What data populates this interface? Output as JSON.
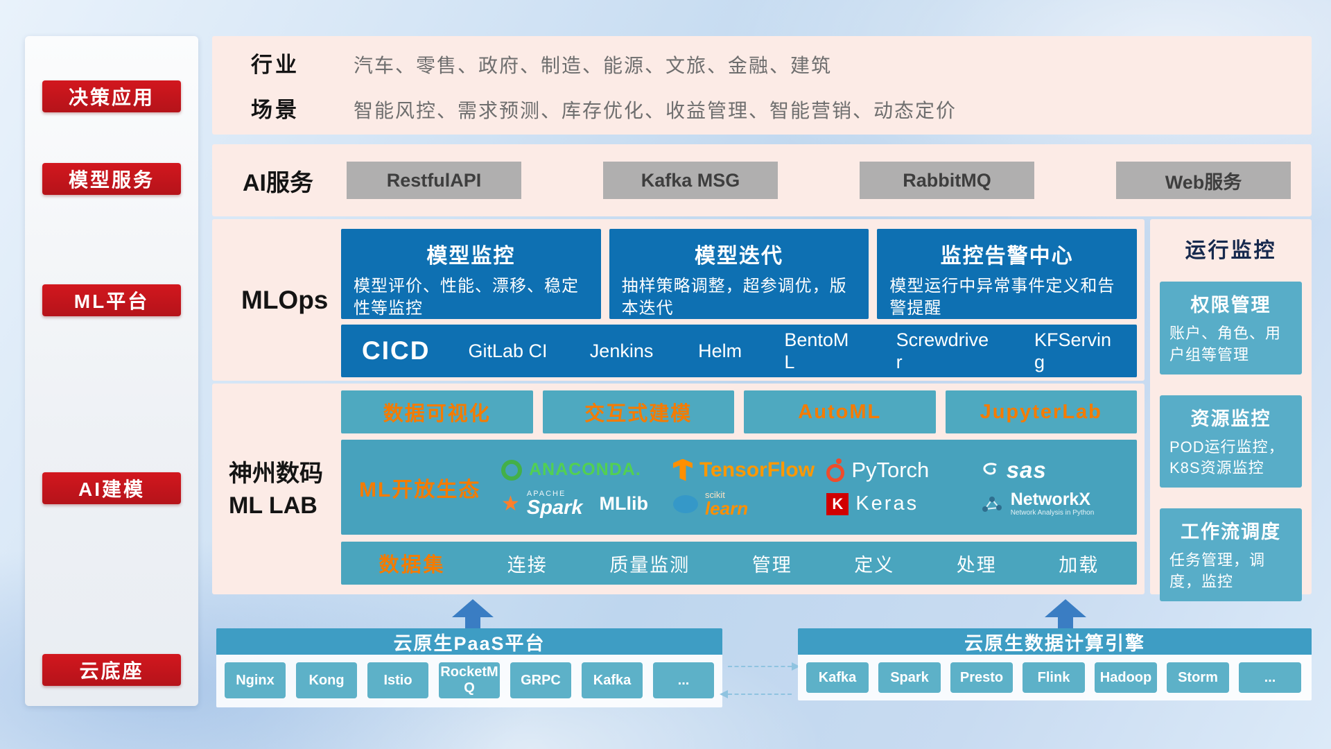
{
  "colors": {
    "accent_red": "#c5171e",
    "deep_blue": "#0e70b2",
    "teal": "#47a2bd",
    "orange": "#f57b00",
    "pink_panel": "#fcebe6",
    "infra_blue": "#3e9dc4"
  },
  "sidebar": {
    "items": [
      {
        "label": "决策应用"
      },
      {
        "label": "模型服务"
      },
      {
        "label": "ML平台"
      },
      {
        "label": "AI建模"
      },
      {
        "label": "云底座"
      }
    ]
  },
  "industry": {
    "label": "行业",
    "text": "汽车、零售、政府、制造、能源、文旅、金融、建筑"
  },
  "scene": {
    "label": "场景",
    "text": "智能风控、需求预测、库存优化、收益管理、智能营销、动态定价"
  },
  "ai_services": {
    "label": "AI服务",
    "items": [
      "RestfulAPI",
      "Kafka MSG",
      "RabbitMQ",
      "Web服务"
    ]
  },
  "mlops": {
    "label": "MLOps",
    "cards": [
      {
        "title": "模型监控",
        "desc": "模型评价、性能、漂移、稳定性等监控"
      },
      {
        "title": "模型迭代",
        "desc": "抽样策略调整，超参调优，版本迭代"
      },
      {
        "title": "监控告警中心",
        "desc": "模型运行中异常事件定义和告警提醒"
      }
    ],
    "cicd": {
      "label": "CICD",
      "tools": [
        "GitLab CI",
        "Jenkins",
        "Helm",
        "BentoML",
        "Screwdriver",
        "KFServing"
      ]
    }
  },
  "monitor": {
    "title": "运行监控",
    "cards": [
      {
        "title": "权限管理",
        "desc": "账户、角色、用户组等管理"
      },
      {
        "title": "资源监控",
        "desc": "POD运行监控，K8S资源监控"
      },
      {
        "title": "工作流调度",
        "desc": "任务管理，调度，监控"
      }
    ]
  },
  "mllab": {
    "label_line1": "神州数码",
    "label_line2": "ML LAB",
    "tools": [
      "数据可视化",
      "交互式建模",
      "AutoML",
      "JupyterLab"
    ],
    "ecosystem": {
      "label": "ML开放生态",
      "anaconda": {
        "text": "ANACONDA."
      },
      "tensorflow": {
        "text": "TensorFlow"
      },
      "pytorch": {
        "text": "PyTorch"
      },
      "sas": {
        "text": "sas"
      },
      "spark": {
        "super": "APACHE",
        "text": "Spark",
        "companion": "MLlib"
      },
      "sklearn": {
        "super": "scikit",
        "text": "learn"
      },
      "keras": {
        "icon_letter": "K",
        "text": "Keras"
      },
      "networkx": {
        "text": "NetworkX",
        "subtitle": "Network Analysis in Python"
      }
    },
    "dataset": {
      "label": "数据集",
      "items": [
        "连接",
        "质量监测",
        "管理",
        "定义",
        "处理",
        "加载"
      ]
    }
  },
  "bottom": {
    "paas": {
      "title": "云原生PaaS平台",
      "items": [
        "Nginx",
        "Kong",
        "Istio",
        "RocketMQ",
        "GRPC",
        "Kafka",
        "..."
      ]
    },
    "compute": {
      "title": "云原生数据计算引擎",
      "items": [
        "Kafka",
        "Spark",
        "Presto",
        "Flink",
        "Hadoop",
        "Storm",
        "..."
      ]
    }
  }
}
